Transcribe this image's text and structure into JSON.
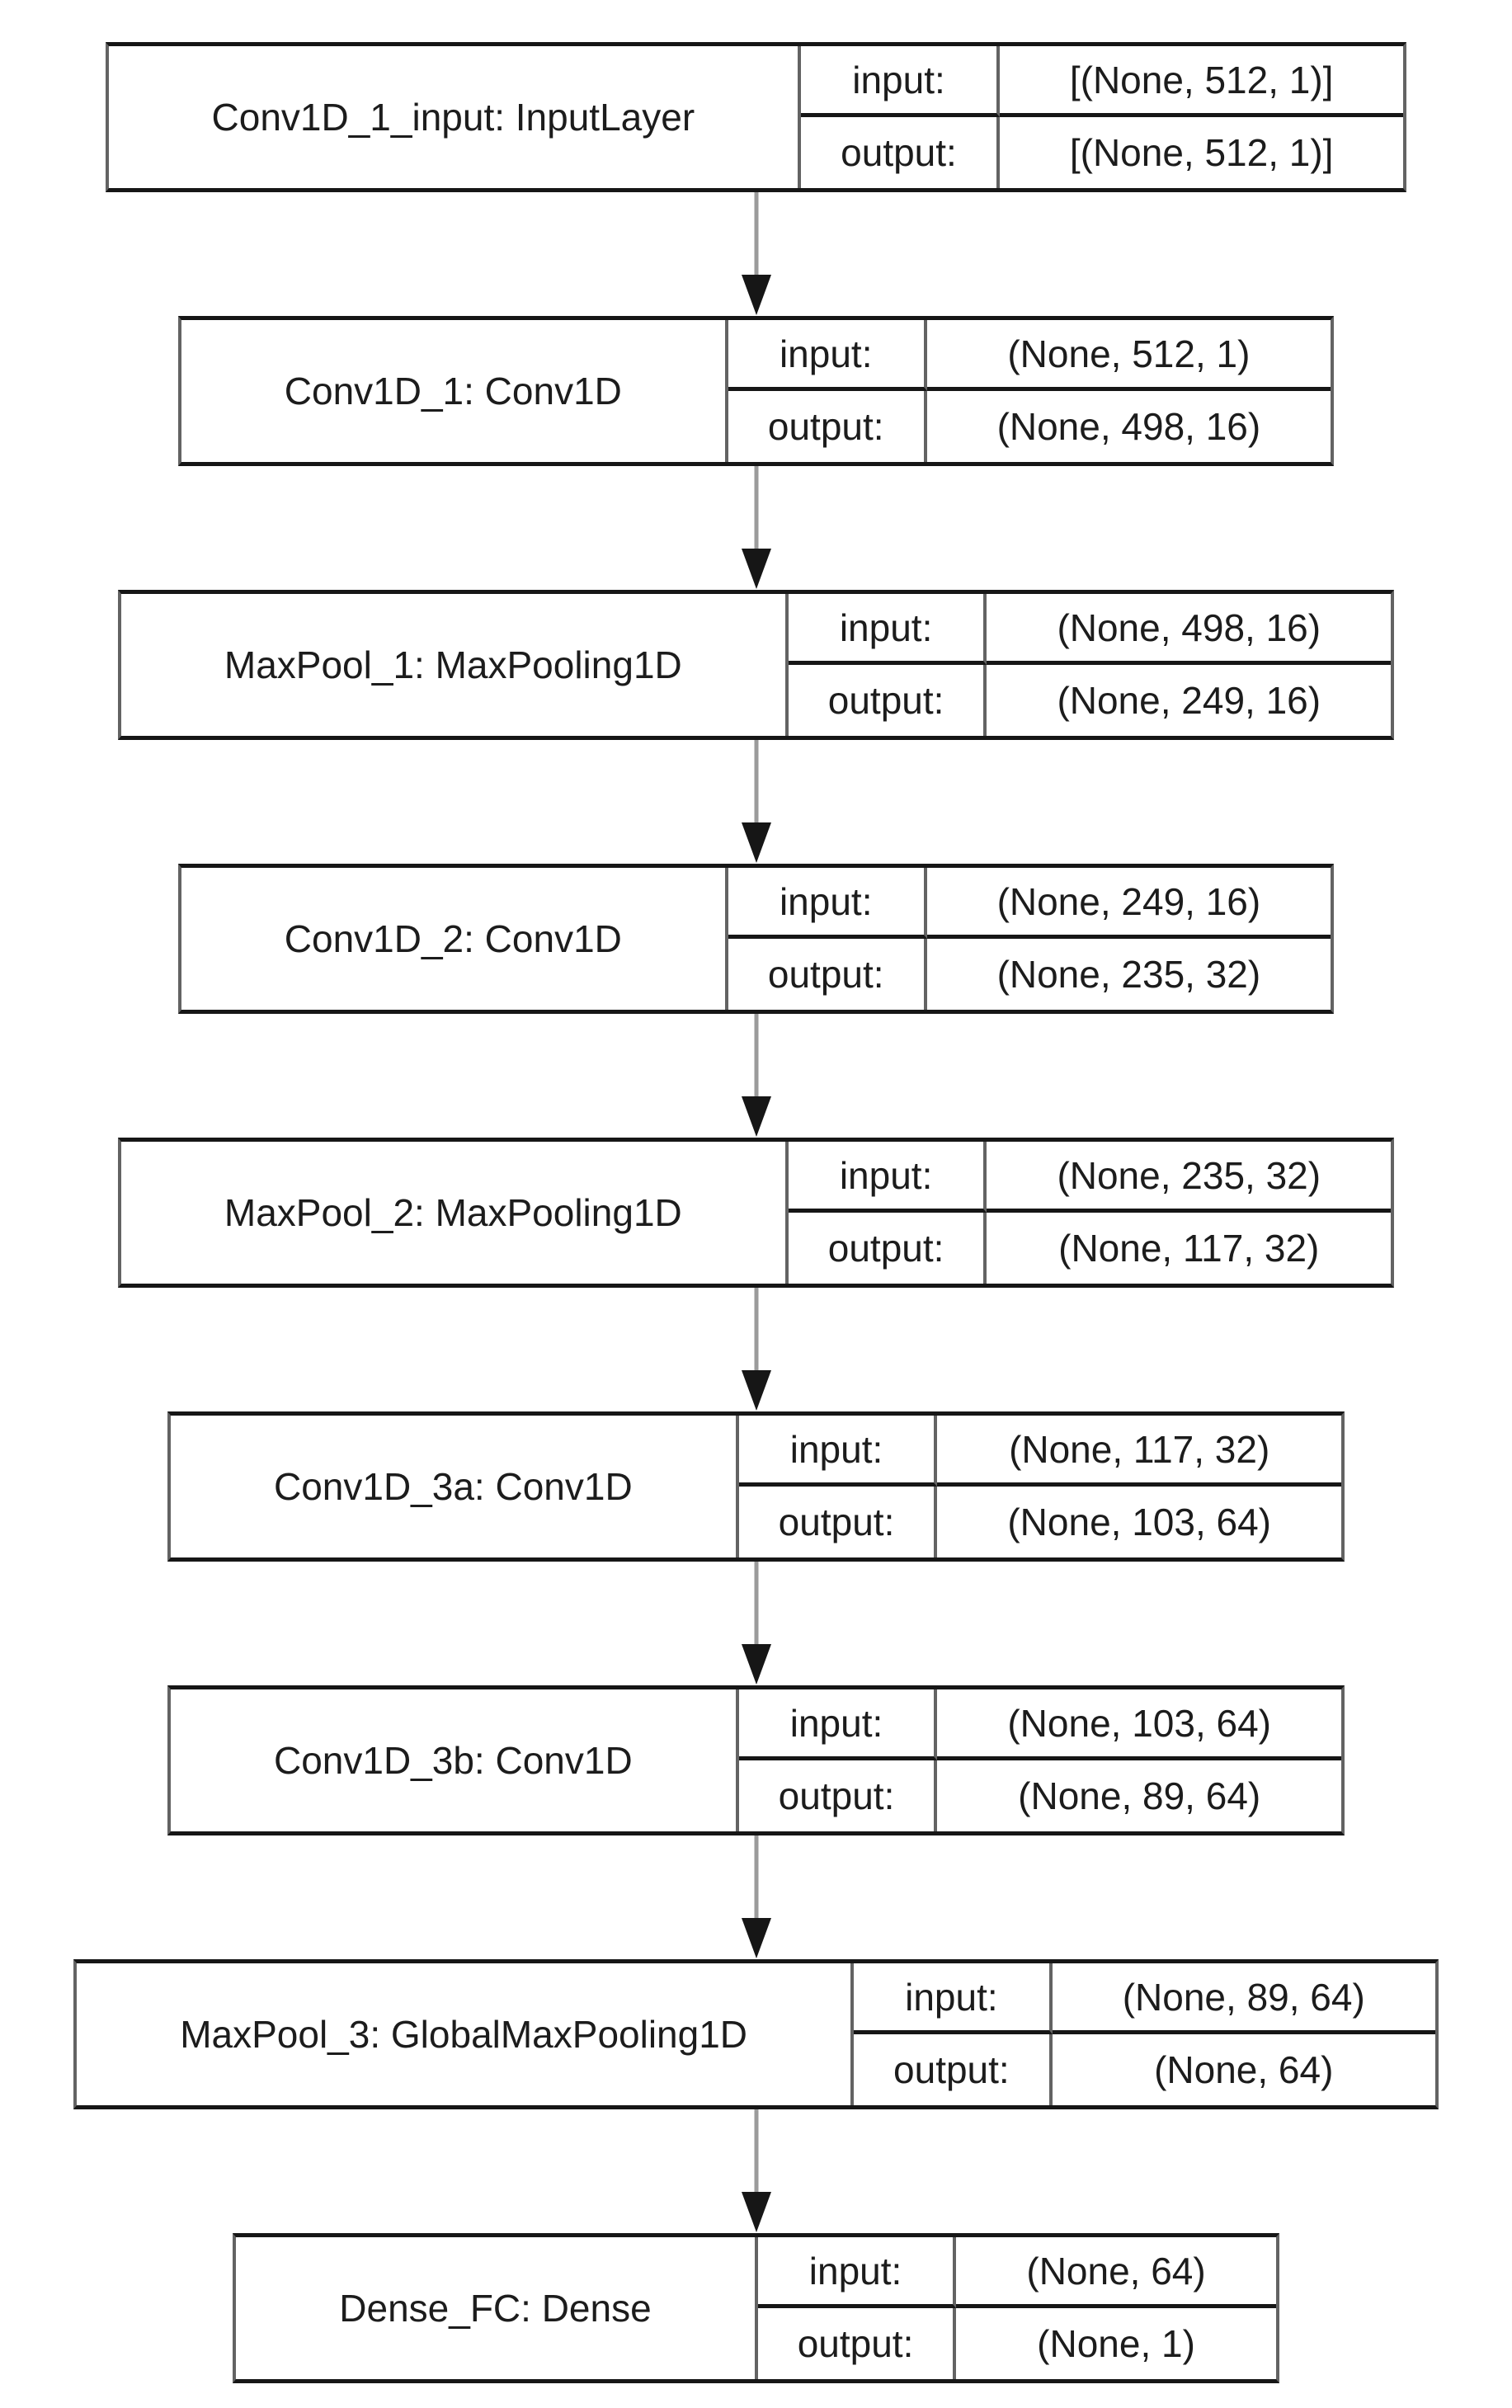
{
  "labels": {
    "input": "input:",
    "output": "output:"
  },
  "colors": {
    "background": "#ffffff",
    "text": "#1c1c1c",
    "border_horizontal": "#161616",
    "border_vertical": "#636363",
    "arrow_line": "#9b9b9b",
    "arrow_head": "#161616"
  },
  "nodes": [
    {
      "name": "Conv1D_1_input: InputLayer",
      "input": "[(None, 512, 1)]",
      "output": "[(None, 512, 1)]"
    },
    {
      "name": "Conv1D_1: Conv1D",
      "input": "(None, 512, 1)",
      "output": "(None, 498, 16)"
    },
    {
      "name": "MaxPool_1: MaxPooling1D",
      "input": "(None, 498, 16)",
      "output": "(None, 249, 16)"
    },
    {
      "name": "Conv1D_2: Conv1D",
      "input": "(None, 249, 16)",
      "output": "(None, 235, 32)"
    },
    {
      "name": "MaxPool_2: MaxPooling1D",
      "input": "(None, 235, 32)",
      "output": "(None, 117, 32)"
    },
    {
      "name": "Conv1D_3a: Conv1D",
      "input": "(None, 117, 32)",
      "output": "(None, 103, 64)"
    },
    {
      "name": "Conv1D_3b: Conv1D",
      "input": "(None, 103, 64)",
      "output": "(None, 89, 64)"
    },
    {
      "name": "MaxPool_3: GlobalMaxPooling1D",
      "input": "(None, 89, 64)",
      "output": "(None, 64)"
    },
    {
      "name": "Dense_FC: Dense",
      "input": "(None, 64)",
      "output": "(None, 1)"
    }
  ],
  "edges": [
    {
      "from": 0,
      "to": 1
    },
    {
      "from": 1,
      "to": 2
    },
    {
      "from": 2,
      "to": 3
    },
    {
      "from": 3,
      "to": 4
    },
    {
      "from": 4,
      "to": 5
    },
    {
      "from": 5,
      "to": 6
    },
    {
      "from": 6,
      "to": 7
    },
    {
      "from": 7,
      "to": 8
    }
  ]
}
